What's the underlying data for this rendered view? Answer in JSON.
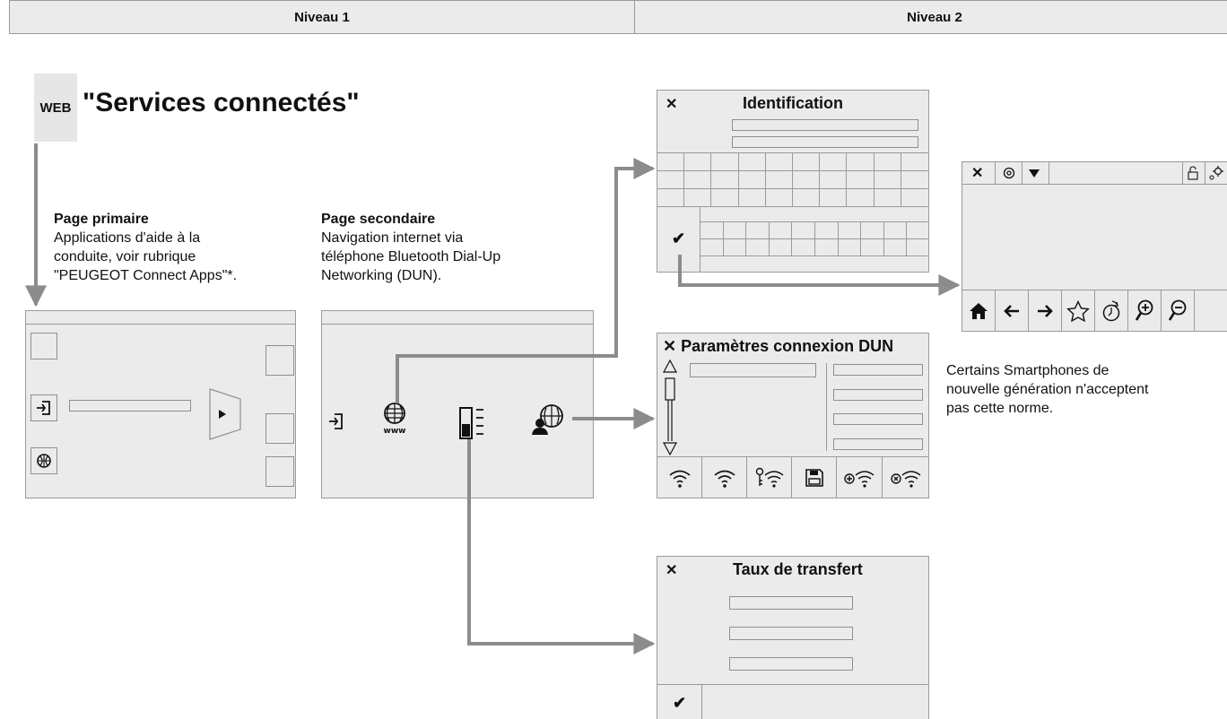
{
  "header": {
    "level1": "Niveau 1",
    "level2": "Niveau 2"
  },
  "web": {
    "badge": "WEB",
    "title": "\"Services connectés\""
  },
  "primary": {
    "heading": "Page primaire",
    "lines": [
      "Applications d'aide à la",
      "conduite, voir rubrique",
      "\"PEUGEOT Connect Apps\"*."
    ]
  },
  "secondary": {
    "heading": "Page secondaire",
    "lines": [
      "Navigation internet via",
      "téléphone Bluetooth Dial-Up",
      "Networking (DUN)."
    ]
  },
  "screens": {
    "identification": {
      "title": "Identification",
      "close": "✕",
      "validate": "✔"
    },
    "dun": {
      "title": "✕ Paramètres connexion DUN"
    },
    "transfer": {
      "title": "Taux de transfert",
      "close": "✕",
      "validate": "✔"
    },
    "browser": {
      "close": "✕"
    }
  },
  "note": {
    "lines": [
      "Certains Smartphones de",
      "nouvelle génération n'acceptent",
      "pas cette norme."
    ]
  },
  "colors": {
    "arrow": "#8c8c8c",
    "screen_bg": "#ebebeb",
    "border": "#9a9a9a"
  }
}
